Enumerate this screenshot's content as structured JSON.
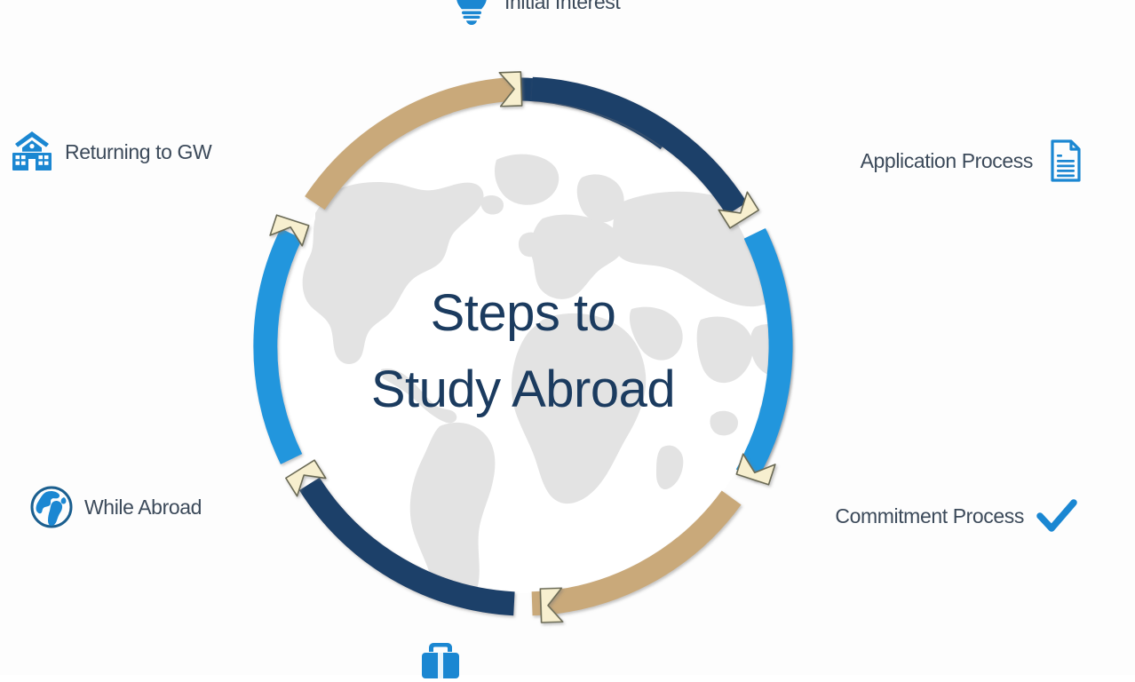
{
  "title": {
    "line1": "Steps to",
    "line2": "Study Abroad"
  },
  "colors": {
    "dark_navy": "#1b3f69",
    "mid_blue": "#1b87d2",
    "light_blue": "#2196dd",
    "tan": "#c9a97a",
    "arrow_cream": "#f7efcf",
    "title_navy": "#1b3b5f",
    "label_gray": "#3c4a5a",
    "map_gray": "#e2e2e2",
    "icon_blue": "#1b87d2",
    "background": "#fdfdfd"
  },
  "steps": [
    {
      "id": "initial-interest",
      "label": "Initial Interest",
      "icon": "lightbulb-icon",
      "position": "top",
      "segment_color": "#1b3f69"
    },
    {
      "id": "application-process",
      "label": "Application Process",
      "icon": "document-icon",
      "position": "upper-right",
      "segment_color": "#2196dd"
    },
    {
      "id": "commitment-process",
      "label": "Commitment Process",
      "icon": "checkmark-icon",
      "position": "lower-right",
      "segment_color": "#c9a97a"
    },
    {
      "id": "predeparture",
      "label": "",
      "icon": "suitcase-icon",
      "position": "bottom",
      "segment_color": "#1b3f69"
    },
    {
      "id": "while-abroad",
      "label": "While Abroad",
      "icon": "globe-icon",
      "position": "lower-left",
      "segment_color": "#2196dd"
    },
    {
      "id": "returning-to-gw",
      "label": "Returning to GW",
      "icon": "school-building-icon",
      "position": "upper-left",
      "segment_color": "#c9a97a"
    }
  ],
  "cycle": {
    "direction": "clockwise",
    "segment_count": 6,
    "arrowhead_color": "#f7efcf",
    "arrowhead_count": 6
  },
  "center_graphic": {
    "type": "world-map",
    "description": "light gray world map silhouette inside white circle"
  }
}
